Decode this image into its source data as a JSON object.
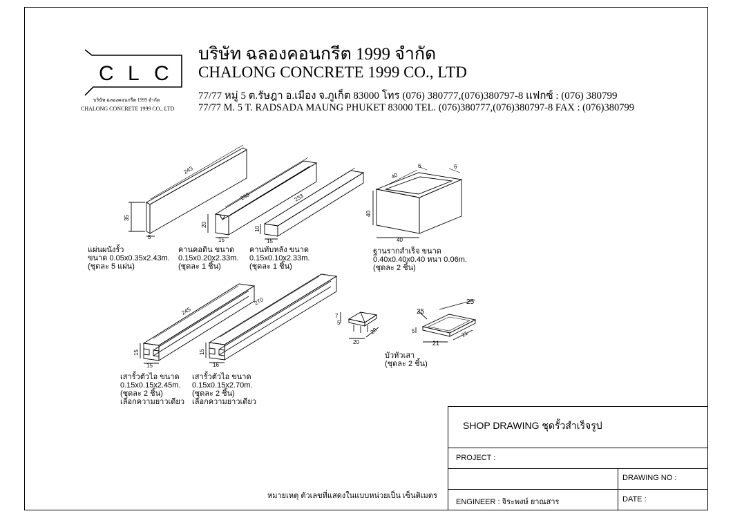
{
  "logo": {
    "letters": [
      "C",
      "L",
      "C"
    ],
    "caption_th": "บริษัท ฉลองคอนกรีต 1999 จำกัด",
    "caption_en": "CHALONG CONCRETE 1999 CO., LTD"
  },
  "company": {
    "name_th": "บริษัท ฉลองคอนกรีต 1999 จำกัด",
    "name_en": "CHALONG CONCRETE  1999 CO., LTD",
    "address_th": "77/77 หมู่ 5  ต.รัษฎา อ.เมือง จ.ภูเก็ต 83000 โทร (076) 380777,(076)380797-8 แฟกซ์ : (076) 380799",
    "address_en": "77/77 M. 5 T. RADSADA MAUNG PHUKET 83000 TEL. (076)380777,(076)380797-8 FAX :  (076)380799"
  },
  "parts": [
    {
      "dims": [
        "243",
        "35",
        "5"
      ],
      "caption": [
        "แผ่นผนังรั้ว",
        "ขนาด 0.05x0.35x2.43m.",
        "(ชุดละ 5 แผ่น)"
      ]
    },
    {
      "dims": [
        "233",
        "20",
        "15"
      ],
      "caption": [
        "คานคอดิน ขนาด",
        "0.15x0.20x2.33m.",
        "(ชุดละ 1 ชิ้น)"
      ]
    },
    {
      "dims": [
        "233",
        "10",
        "15"
      ],
      "caption": [
        "คานทับหลัง ขนาด",
        "0.15x0.10x2.33m.",
        "(ชุดละ 1 ชิ้น)"
      ]
    },
    {
      "dims": [
        "40",
        "6",
        "6",
        "40",
        "40"
      ],
      "caption": [
        "ฐานรากสำเร็จ ขนาด",
        "0.40x0.40x0.40 หนา 0.06m.",
        "(ชุดละ 2 ชิ้น)"
      ]
    },
    {
      "dims": [
        "245",
        "15",
        "15"
      ],
      "caption": [
        "เสารั้วตัวไอ ขนาด",
        "0.15x0.15x2.45m.",
        "(ชุดละ 2 ชิ้น)",
        "เลือกความยาวเดียว"
      ]
    },
    {
      "dims": [
        "270",
        "15",
        "16"
      ],
      "caption": [
        "เสารั้วตัวไอ ขนาด",
        "0.15x0.15x2.70m.",
        "(ชุดละ 2 ชิ้น)",
        "เลือกความยาวเดียว"
      ]
    },
    {
      "dims": [
        "7",
        "5",
        "20",
        "20"
      ]
    },
    {
      "dims": [
        "25",
        "25",
        "5",
        "21",
        "21"
      ],
      "caption": [
        "บัวหัวเสา",
        "(ชุดละ 2 ชิ้น)"
      ]
    }
  ],
  "note": "หมายเหตุ ตัวเลขที่แสดงในแบบหน่วยเป็น เซ็นติเมตร",
  "title_block": {
    "title": "SHOP DRAWING ชุดรั้วสำเร็จรูป",
    "project": "PROJECT   :",
    "drawing_no": "DRAWING NO   :",
    "engineer": "ENGINEER  :  จิระพงษ์  ยาณสาร",
    "date": "DATE   :"
  }
}
